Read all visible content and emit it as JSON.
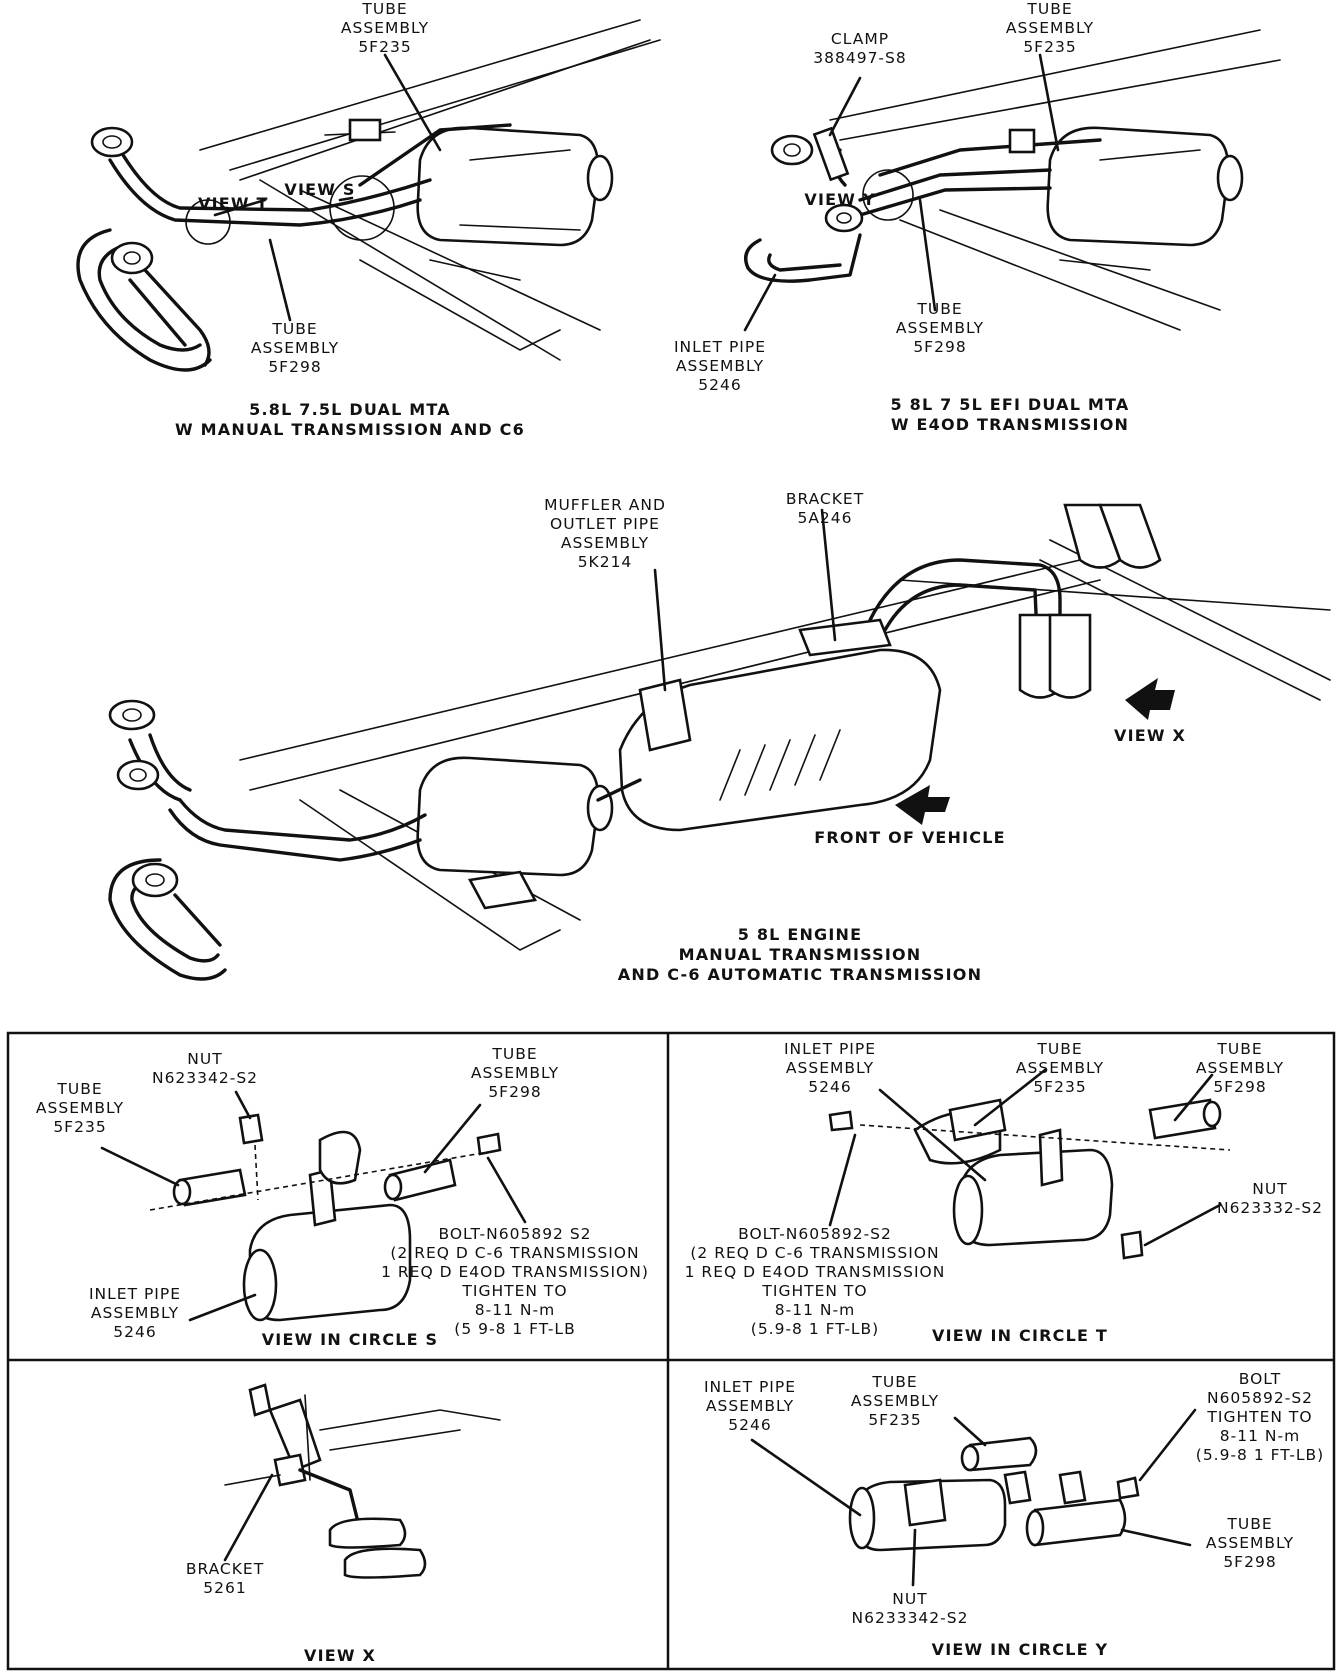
{
  "top_left": {
    "tube_5f235": "TUBE\nASSEMBLY\n5F235",
    "view_t": "VIEW T",
    "view_s": "VIEW S",
    "tube_5f298": "TUBE\nASSEMBLY\n5F298",
    "caption": "5.8L 7.5L DUAL MTA\nW MANUAL TRANSMISSION AND C6"
  },
  "top_right": {
    "clamp": "CLAMP\n388497-S8",
    "tube_5f235": "TUBE\nASSEMBLY\n5F235",
    "view_y": "VIEW Y",
    "tube_5f298": "TUBE\nASSEMBLY\n5F298",
    "inlet_pipe": "INLET PIPE\nASSEMBLY\n5246",
    "caption": "5 8L 7 5L EFI DUAL MTA\nW E4OD TRANSMISSION"
  },
  "middle": {
    "muffler": "MUFFLER AND\nOUTLET PIPE\nASSEMBLY\n5K214",
    "bracket": "BRACKET\n5A246",
    "view_x": "VIEW X",
    "front": "FRONT OF VEHICLE",
    "caption": "5 8L ENGINE\nMANUAL TRANSMISSION\nAND C-6 AUTOMATIC TRANSMISSION"
  },
  "circle_s": {
    "nut": "NUT\nN623342-S2",
    "tube_5f235": "TUBE\nASSEMBLY\n5F235",
    "tube_5f298": "TUBE\nASSEMBLY\n5F298",
    "bolt": "BOLT-N605892 S2\n(2 REQ D C-6 TRANSMISSION\n1 REQ D E4OD TRANSMISSION)\nTIGHTEN TO\n8-11 N-m\n(5 9-8 1 FT-LB",
    "inlet_pipe": "INLET PIPE\nASSEMBLY\n5246",
    "title": "VIEW IN CIRCLE S"
  },
  "circle_t": {
    "inlet_pipe": "INLET PIPE\nASSEMBLY\n5246",
    "tube_5f235": "TUBE\nASSEMBLY\n5F235",
    "tube_5f298": "TUBE\nASSEMBLY\n5F298",
    "nut": "NUT\nN623332-S2",
    "bolt": "BOLT-N605892-S2\n(2 REQ D C-6 TRANSMISSION\n1 REQ D E4OD TRANSMISSION\nTIGHTEN TO\n8-11 N-m\n(5.9-8 1 FT-LB)",
    "title": "VIEW IN CIRCLE T"
  },
  "view_x": {
    "bracket": "BRACKET\n5261",
    "title": "VIEW X"
  },
  "circle_y": {
    "inlet_pipe": "INLET PIPE\nASSEMBLY\n5246",
    "tube_5f235": "TUBE\nASSEMBLY\n5F235",
    "bolt": "BOLT\nN605892-S2\nTIGHTEN TO\n8-11 N-m\n(5.9-8 1 FT-LB)",
    "tube_5f298": "TUBE\nASSEMBLY\n5F298",
    "nut": "NUT\nN6233342-S2",
    "title": "VIEW IN CIRCLE Y"
  }
}
